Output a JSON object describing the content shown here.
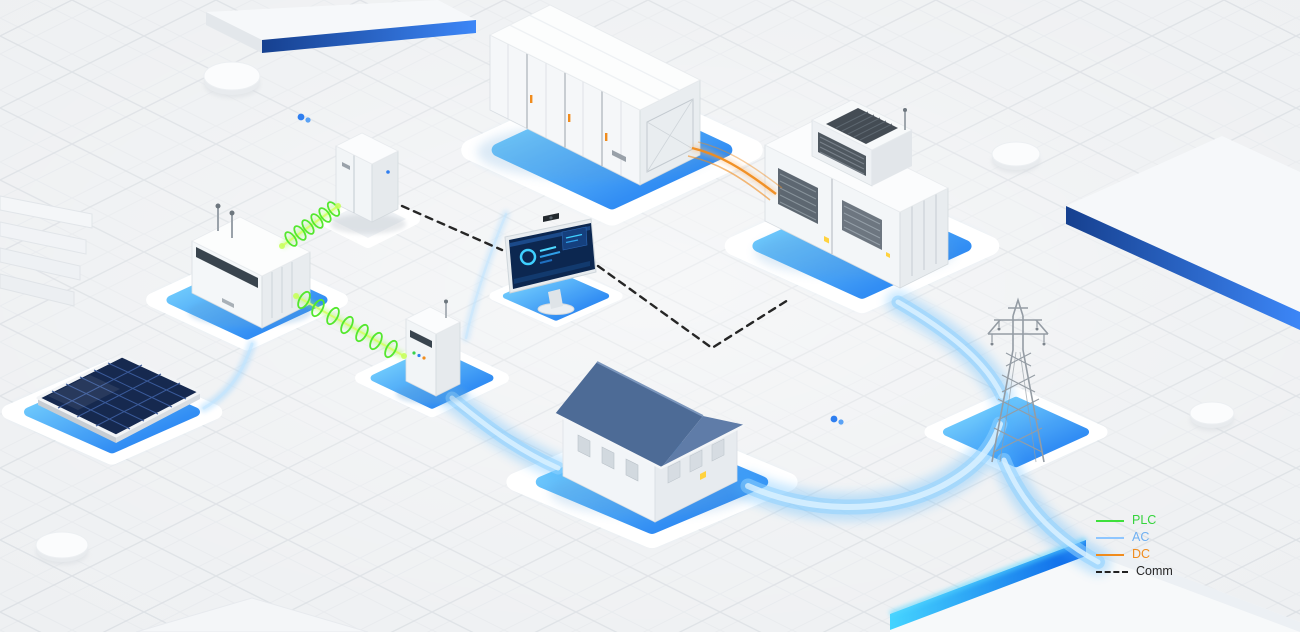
{
  "scene": {
    "description": "Isometric smart photovoltaic and energy-storage power plant topology illustration",
    "background_color": "#eef0f2"
  },
  "legend": {
    "items": [
      {
        "label": "PLC",
        "color": "#3fe03c",
        "line_style": "solid"
      },
      {
        "label": "AC",
        "color": "#8ec6ff",
        "line_style": "solid"
      },
      {
        "label": "DC",
        "color": "#f08c1e",
        "line_style": "solid"
      },
      {
        "label": "Comm",
        "color": "#222222",
        "line_style": "dashed"
      }
    ]
  },
  "diagram": {
    "nodes": [
      {
        "id": "solar-panel-array"
      },
      {
        "id": "string-inverter"
      },
      {
        "id": "plc-cabinet"
      },
      {
        "id": "combiner-cabinet"
      },
      {
        "id": "battery-storage-container"
      },
      {
        "id": "transformer-station"
      },
      {
        "id": "monitoring-terminal"
      },
      {
        "id": "plant-building"
      },
      {
        "id": "transmission-tower"
      }
    ],
    "connections": [
      {
        "from": "plc-cabinet",
        "to": "string-inverter",
        "type": "PLC"
      },
      {
        "from": "string-inverter",
        "to": "combiner-cabinet",
        "type": "PLC"
      },
      {
        "from": "battery-storage-container",
        "to": "transformer-station",
        "type": "DC"
      },
      {
        "from": "solar-panel-array",
        "to": "string-inverter",
        "type": "DC"
      },
      {
        "from": "combiner-cabinet",
        "to": "plant-building",
        "type": "AC"
      },
      {
        "from": "plant-building",
        "to": "transmission-tower",
        "type": "AC"
      },
      {
        "from": "transformer-station",
        "to": "transmission-tower",
        "type": "AC"
      },
      {
        "from": "plc-cabinet",
        "to": "monitoring-terminal",
        "type": "Comm"
      },
      {
        "from": "monitoring-terminal",
        "to": "transformer-station",
        "type": "Comm"
      }
    ]
  },
  "colors": {
    "platform_glow": "#1f8ffb",
    "ac_path": "#8fd4ff",
    "dc_line": "#f08c1e",
    "plc_line": "#54e82e",
    "comm_line": "#262626",
    "accent_blue_edge": "#2f7ff5",
    "building_roof": "#4d6b96",
    "solar_panel": "#16294f"
  }
}
